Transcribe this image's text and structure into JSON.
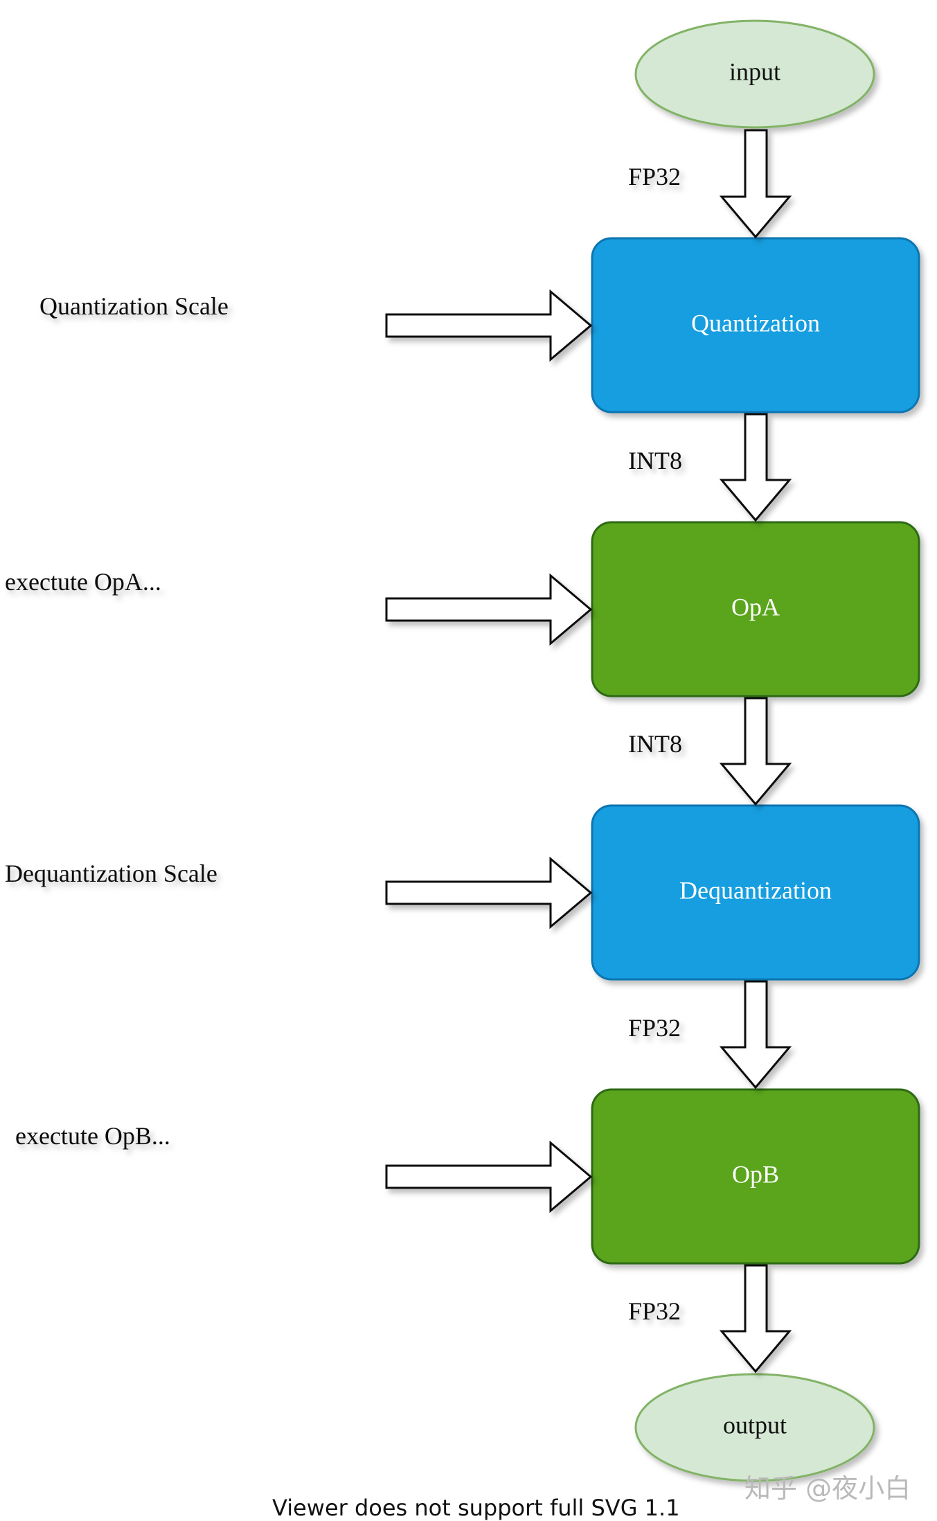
{
  "diagram": {
    "input_label": "input",
    "output_label": "output",
    "nodes": [
      {
        "label": "Quantization",
        "kind": "quant"
      },
      {
        "label": "OpA",
        "kind": "op"
      },
      {
        "label": "Dequantization",
        "kind": "quant"
      },
      {
        "label": "OpB",
        "kind": "op"
      }
    ],
    "edge_labels": [
      "FP32",
      "INT8",
      "INT8",
      "FP32",
      "FP32"
    ],
    "side_inputs": [
      "Quantization Scale",
      "exectute OpA...",
      "Dequantization Scale",
      "exectute OpB..."
    ]
  },
  "footer_note": "Viewer does not support full SVG 1.1",
  "watermark": "知乎 @夜小白",
  "colors": {
    "quant_fill": "#149ee0",
    "quant_stroke": "#0f74b1",
    "op_fill": "#5aa51b",
    "op_stroke": "#2e6b12",
    "oval_fill": "#d5e8d4",
    "oval_stroke": "#82b366"
  }
}
